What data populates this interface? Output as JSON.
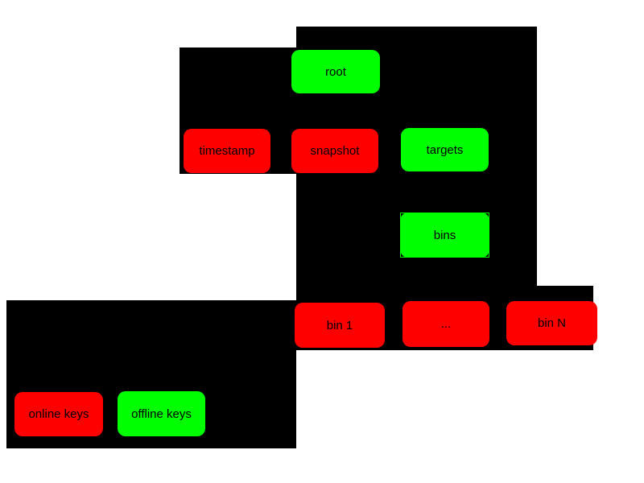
{
  "colors": {
    "page_background": "#ffffff",
    "cluster_background": "#000000",
    "node_green": "#00ff00",
    "node_red": "#ff0000",
    "label_text": "#000000"
  },
  "nodes": [
    {
      "label": "root",
      "color": "#00ff00"
    },
    {
      "label": "timestamp",
      "color": "#ff0000"
    },
    {
      "label": "snapshot",
      "color": "#ff0000"
    },
    {
      "label": "targets",
      "color": "#00ff00"
    },
    {
      "label": "bins",
      "color": "#00ff00"
    },
    {
      "label": "bin 1",
      "color": "#ff0000"
    },
    {
      "label": "...",
      "color": "#ff0000"
    },
    {
      "label": "bin N",
      "color": "#ff0000"
    },
    {
      "label": "online keys",
      "color": "#ff0000"
    },
    {
      "label": "offline keys",
      "color": "#00ff00"
    }
  ]
}
